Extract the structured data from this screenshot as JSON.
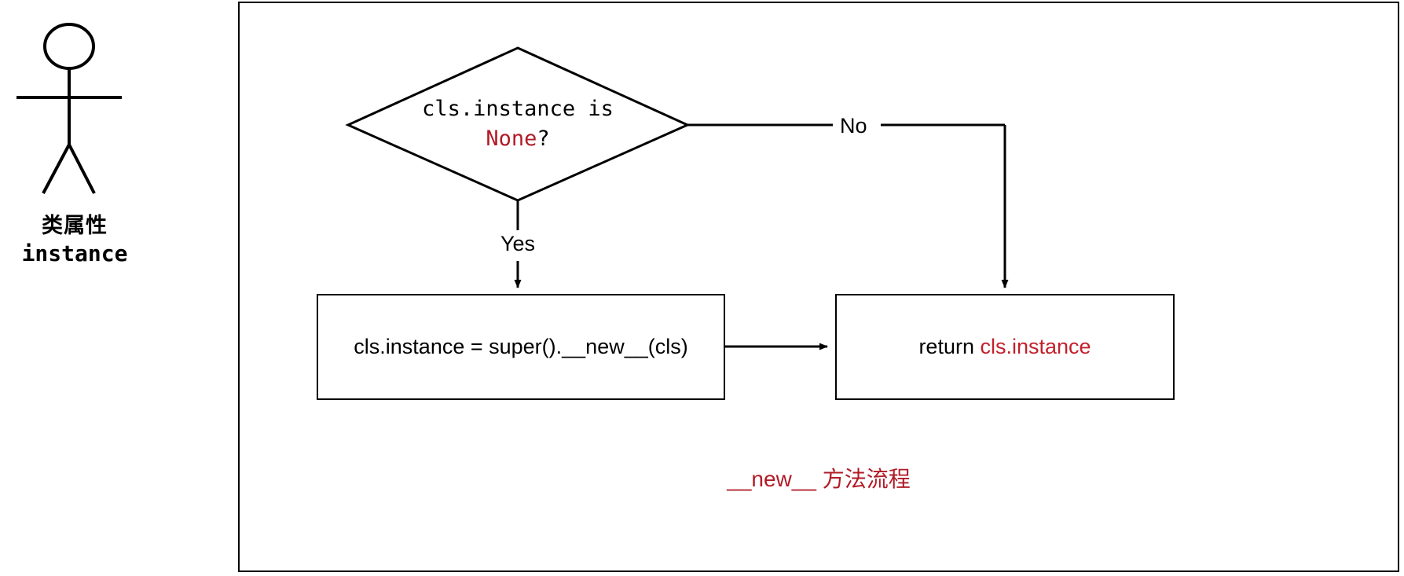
{
  "actor": {
    "icon": "stick-figure-person-icon",
    "label_cn": "类属性",
    "label_code": "instance"
  },
  "diagram": {
    "caption": "__new__ 方法流程",
    "caption_color": "#B01B26",
    "border_color": "#000000",
    "background": "#ffffff",
    "decision": {
      "shape": "diamond",
      "line1": "cls.instance is",
      "line2_red": "None",
      "line2_tail": "?"
    },
    "edges": {
      "no_label": "No",
      "yes_label": "Yes"
    },
    "boxes": [
      {
        "id": "box-create",
        "text": "cls.instance = super().__new__(cls)",
        "text_color": "#000000"
      },
      {
        "id": "box-return",
        "prefix": "return ",
        "highlight": "cls.instance",
        "highlight_color": "#C2202B"
      }
    ]
  }
}
